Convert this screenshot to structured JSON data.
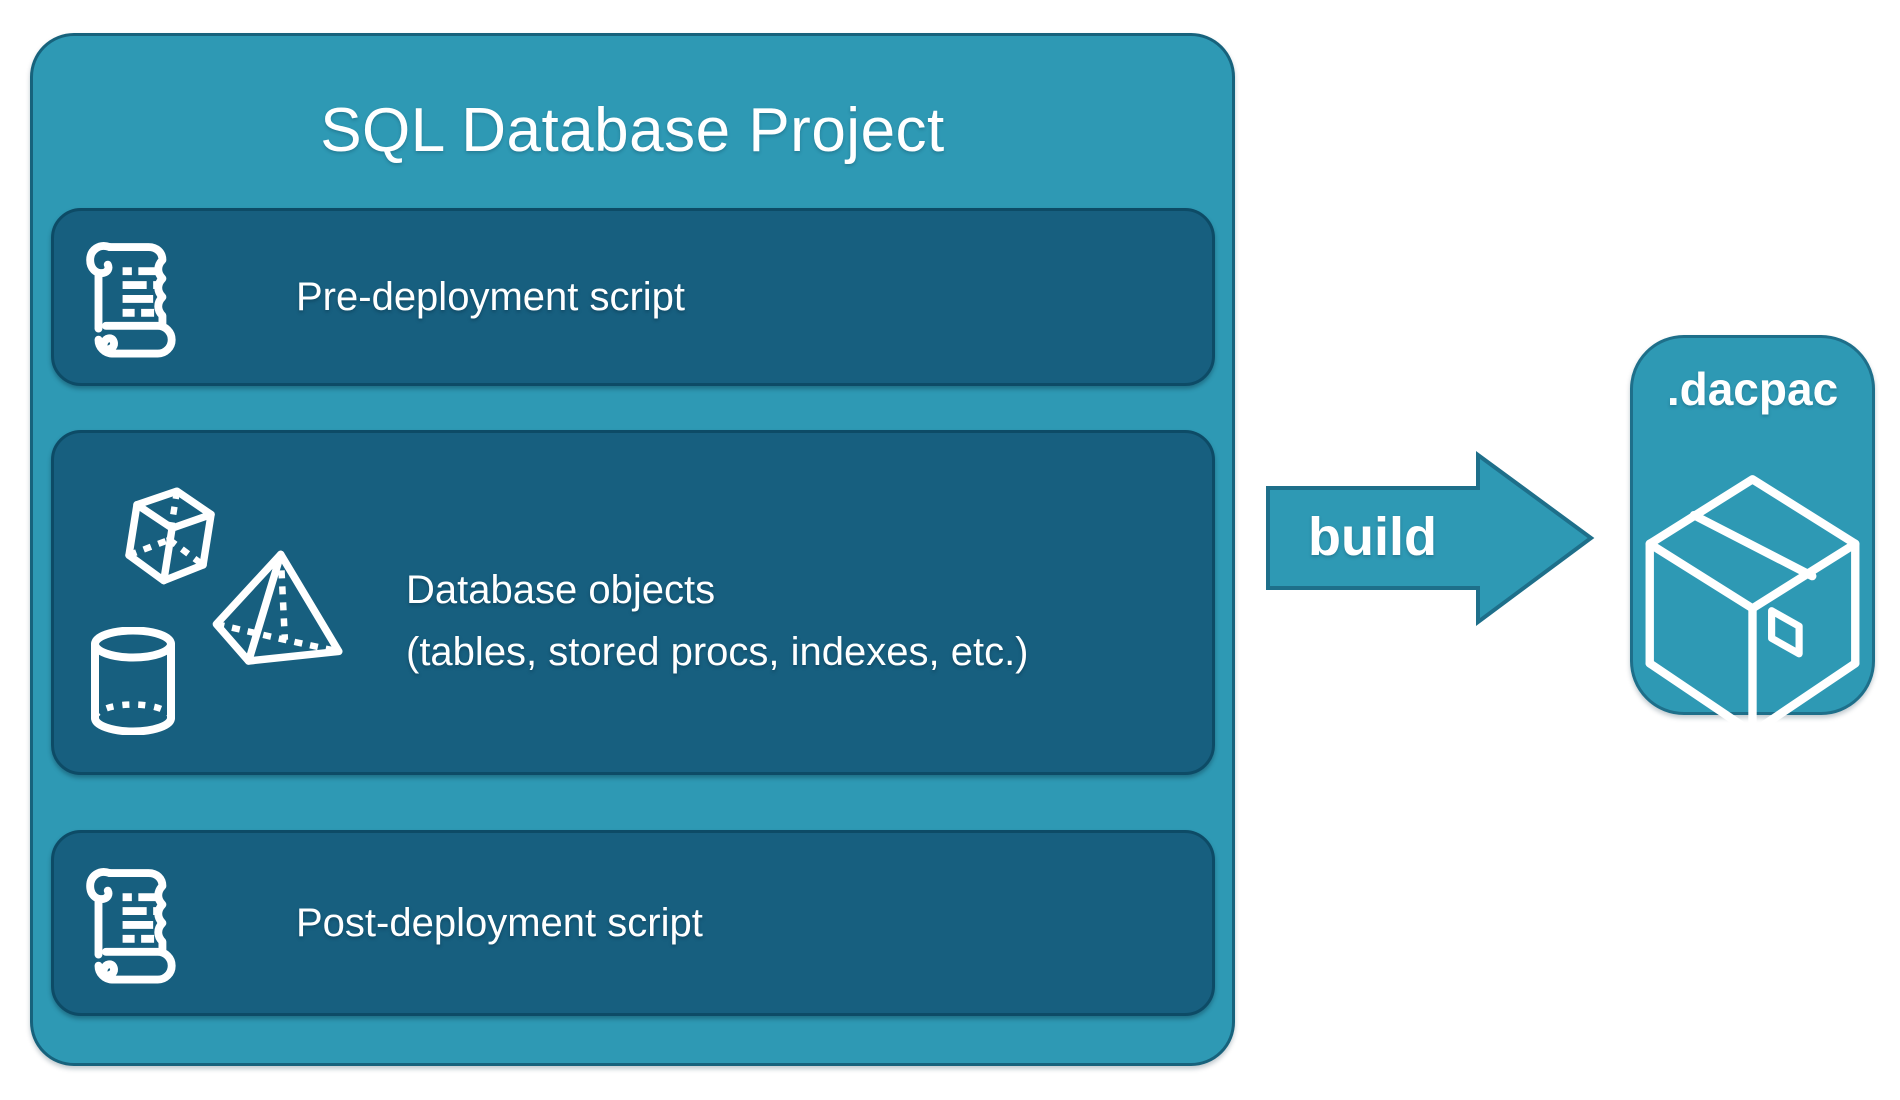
{
  "colors": {
    "page-bg": "#FFFFFF",
    "outer-fill": "#2E99B4",
    "outer-border": "#17627C",
    "inner-fill": "#175F7F",
    "inner-border": "#0D4B66",
    "accent-fill": "#2E99B4",
    "accent-border": "#1E6F8A",
    "text": "#FFFFFF"
  },
  "project": {
    "title": "SQL Database Project",
    "boxes": [
      {
        "label": "Pre-deployment script",
        "icon": "scroll-icon"
      },
      {
        "label": "Database objects",
        "sublabel": "(tables, stored procs, indexes, etc.)",
        "icons": [
          "cube-icon",
          "pyramid-icon",
          "cylinder-icon"
        ]
      },
      {
        "label": "Post-deployment script",
        "icon": "scroll-icon"
      }
    ]
  },
  "arrow": {
    "label": "build"
  },
  "output": {
    "label": ".dacpac",
    "icon": "package-icon"
  }
}
